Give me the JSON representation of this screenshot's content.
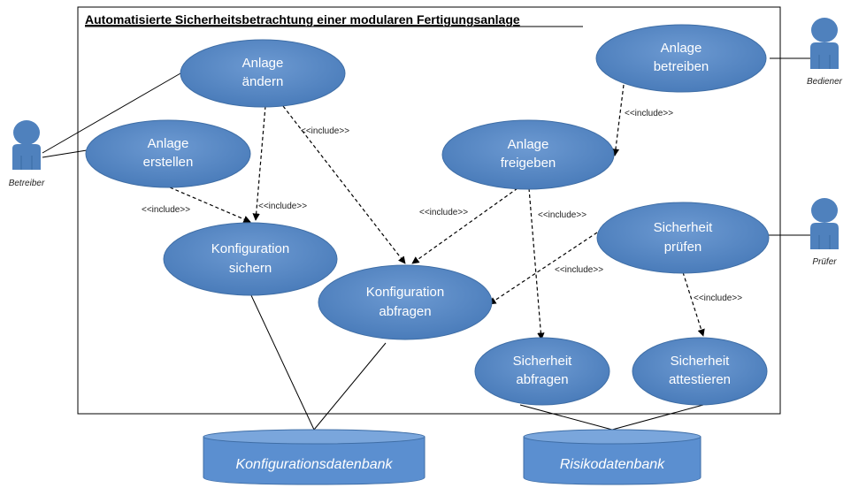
{
  "title": "Automatisierte Sicherheitsbetrachtung einer modularen Fertigungsanlage",
  "include_label": "<<include>>",
  "use_cases": {
    "anlage_aendern": [
      "Anlage",
      "ändern"
    ],
    "anlage_erstellen": [
      "Anlage",
      "erstellen"
    ],
    "anlage_betreiben": [
      "Anlage",
      "betreiben"
    ],
    "anlage_freigeben": [
      "Anlage",
      "freigeben"
    ],
    "konfiguration_sichern": [
      "Konfiguration",
      "sichern"
    ],
    "konfiguration_abfragen": [
      "Konfiguration",
      "abfragen"
    ],
    "sicherheit_pruefen": [
      "Sicherheit",
      "prüfen"
    ],
    "sicherheit_abfragen": [
      "Sicherheit",
      "abfragen"
    ],
    "sicherheit_attestieren": [
      "Sicherheit",
      "attestieren"
    ]
  },
  "actors": {
    "betreiber": "Betreiber",
    "bediener": "Bediener",
    "pruefer": "Prüfer"
  },
  "databases": {
    "konfiguration": "Konfigurationsdatenbank",
    "risiko": "Risikodatenbank"
  },
  "colors": {
    "use_case_fill": "#4f81bd",
    "use_case_stroke": "#3f6ea6",
    "actor_fill": "#4f81bd",
    "db_fill": "#5b8fd0",
    "db_top": "#7aa6dc"
  }
}
